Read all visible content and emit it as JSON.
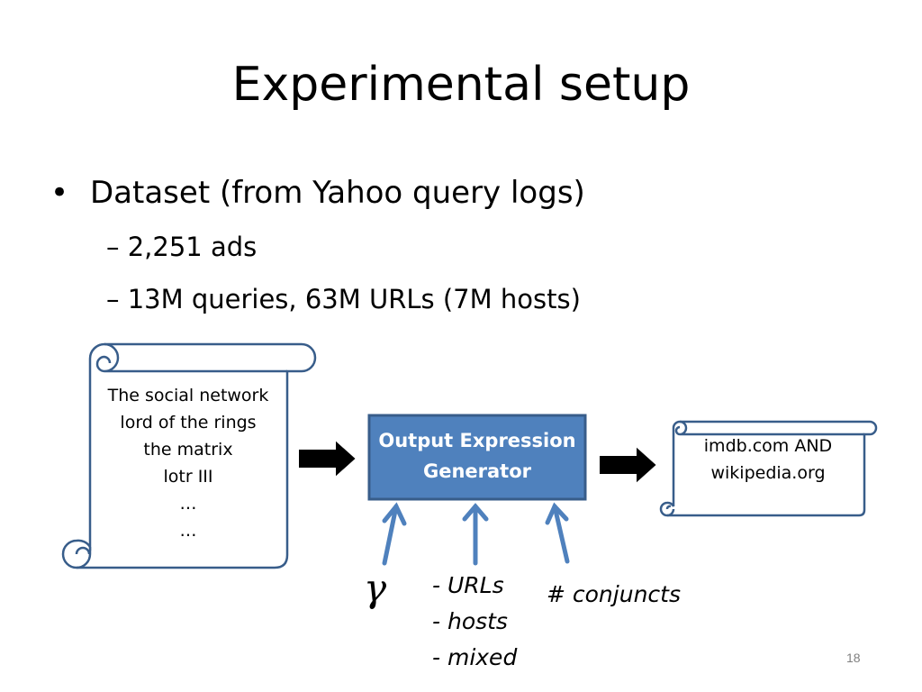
{
  "slide": {
    "title": "Experimental setup",
    "bullet_symbol": "•",
    "bullet": "Dataset (from Yahoo query logs)",
    "sub_items": [
      "– 2,251 ads",
      "– 13M queries, 63M URLs (7M hosts)"
    ],
    "page_number": "18"
  },
  "diagram": {
    "input_scroll_lines": [
      "The social network",
      "lord of the rings",
      "the matrix",
      "lotr III",
      "…",
      "…"
    ],
    "box_label_lines": [
      "Output Expression",
      "Generator"
    ],
    "output_scroll_lines": [
      "imdb.com  AND",
      "wikipedia.org"
    ],
    "params": {
      "gamma": "γ",
      "mode_lines": [
        "- URLs",
        "- hosts",
        "- mixed"
      ],
      "conjuncts": "# conjuncts"
    },
    "colors": {
      "box_fill": "#4f81bd",
      "box_border": "#385d8a",
      "scroll_border": "#385d8a",
      "arrow_blue": "#4f81bd",
      "arrow_black": "#000000"
    }
  }
}
